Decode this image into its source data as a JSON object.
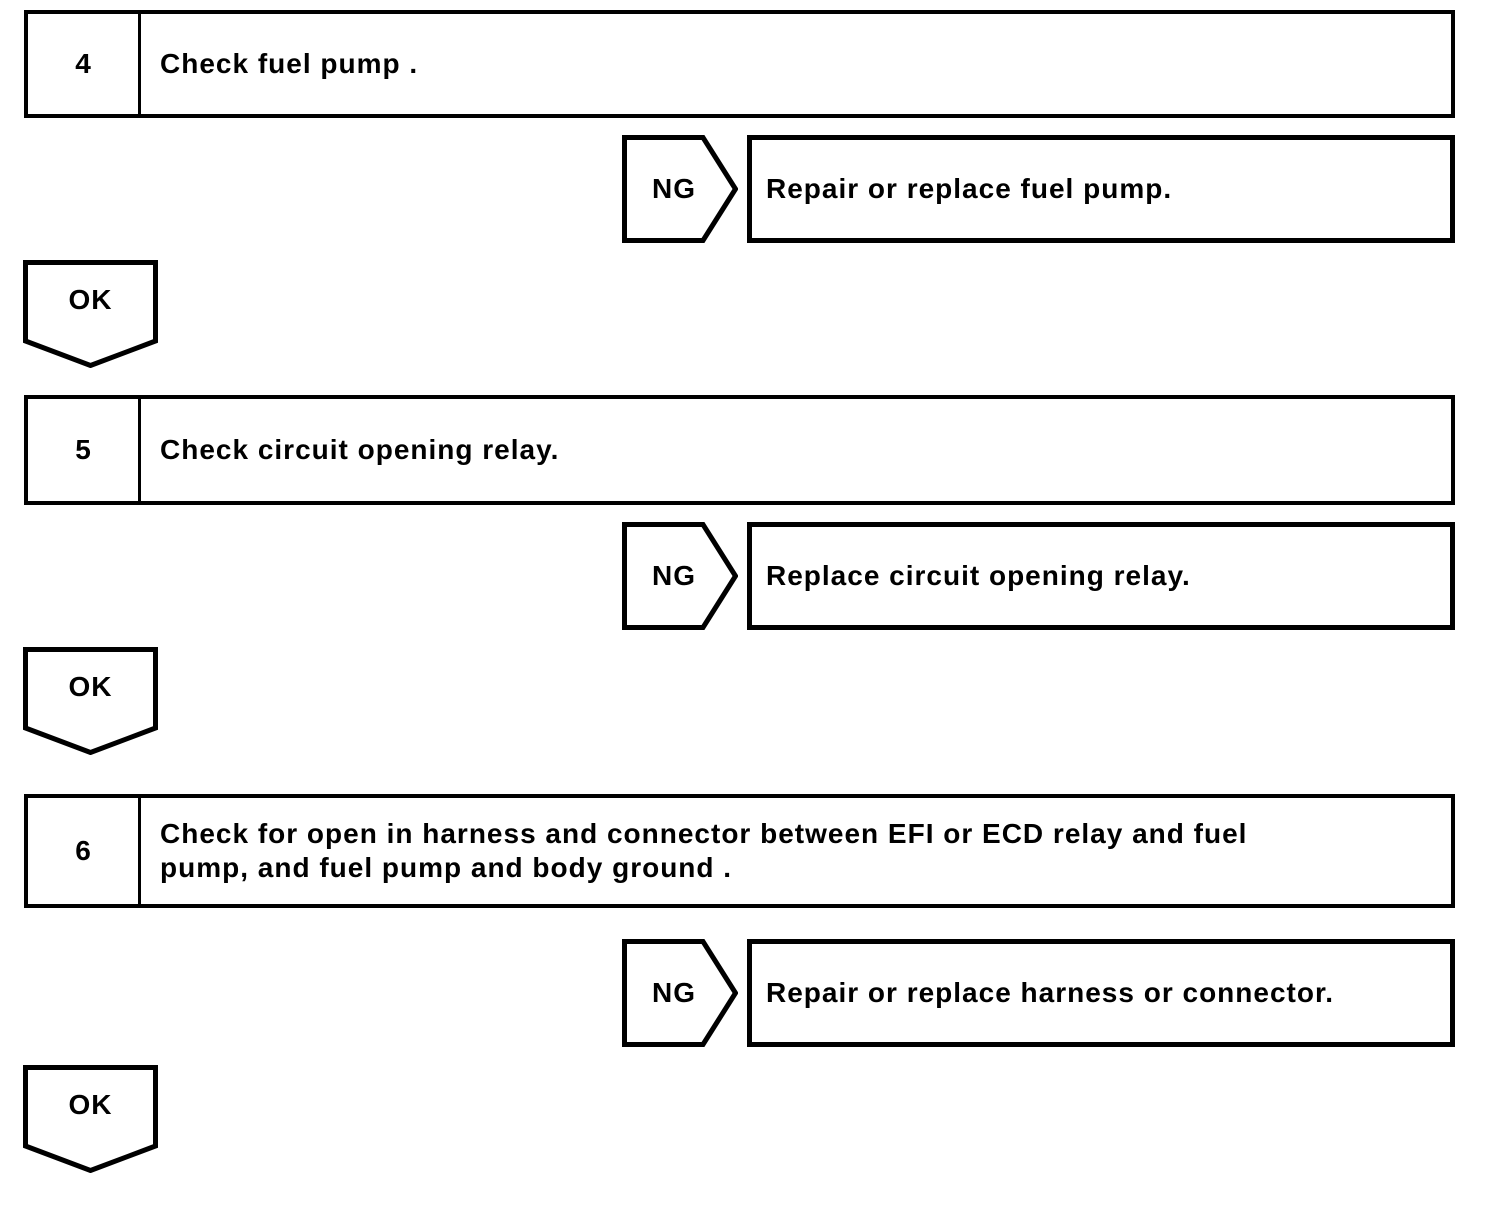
{
  "flowchart": {
    "colors": {
      "line": "#000000",
      "background": "#ffffff"
    },
    "steps": [
      {
        "number": "4",
        "instruction": "Check fuel pump .",
        "ng_label": "NG",
        "ng_action": "Repair or replace fuel pump.",
        "ok_label": "OK"
      },
      {
        "number": "5",
        "instruction": "Check circuit opening relay.",
        "ng_label": "NG",
        "ng_action": "Replace circuit opening relay.",
        "ok_label": "OK"
      },
      {
        "number": "6",
        "instruction": [
          "Check for open in harness and connector between EFI or ECD relay and fuel",
          "pump, and fuel pump and body ground ."
        ],
        "ng_label": "NG",
        "ng_action": "Repair or replace harness or connector.",
        "ok_label": "OK"
      }
    ]
  }
}
